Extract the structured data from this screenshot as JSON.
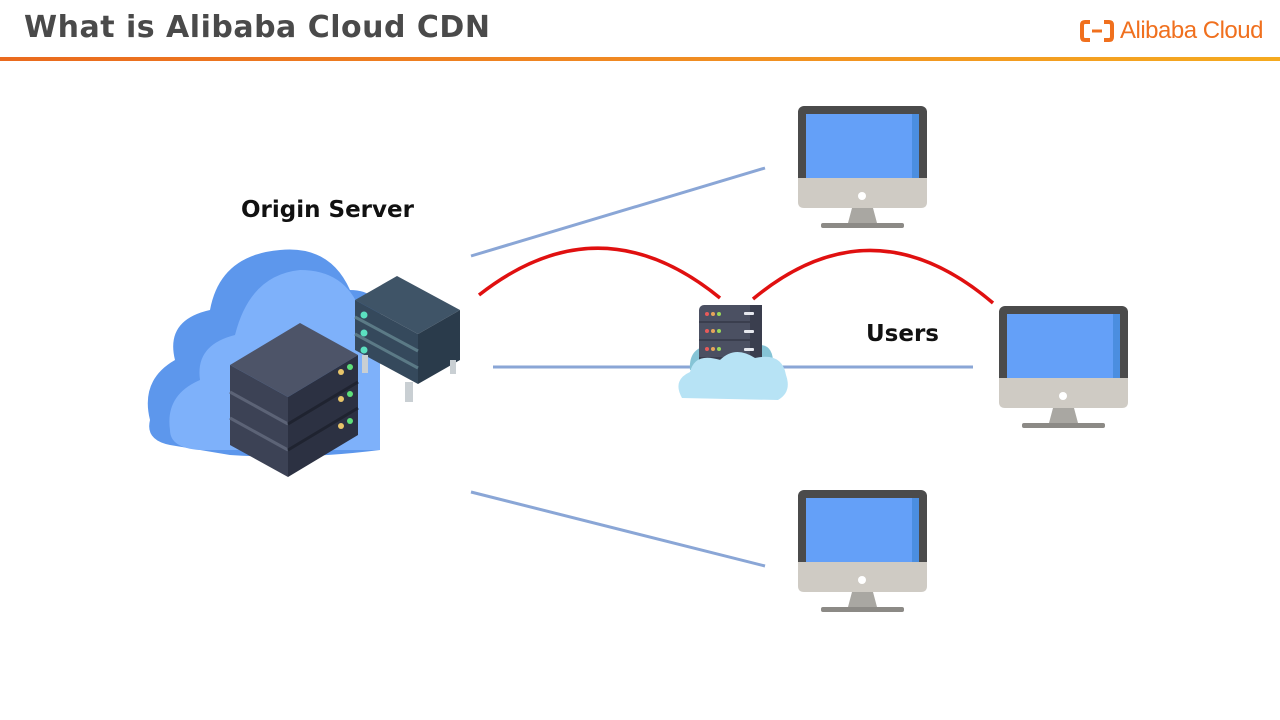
{
  "header": {
    "title": "What is Alibaba Cloud CDN",
    "logo_text": "Alibaba Cloud",
    "accent_color": "#f0701e"
  },
  "diagram": {
    "origin_label": "Origin Server",
    "users_label": "Users",
    "nodes": [
      {
        "id": "origin-server",
        "icon": "cloud-server-icon"
      },
      {
        "id": "cdn-edge-node",
        "icon": "cloud-server-icon"
      },
      {
        "id": "user-top",
        "icon": "monitor-icon"
      },
      {
        "id": "user-middle",
        "icon": "monitor-icon"
      },
      {
        "id": "user-bottom",
        "icon": "monitor-icon"
      }
    ],
    "connections": [
      {
        "from": "origin-server",
        "to": "user-top",
        "style": "blue-line"
      },
      {
        "from": "origin-server",
        "to": "user-middle",
        "style": "blue-line"
      },
      {
        "from": "origin-server",
        "to": "user-bottom",
        "style": "blue-line"
      },
      {
        "from": "origin-server",
        "to": "cdn-edge-node",
        "style": "red-arc"
      },
      {
        "from": "cdn-edge-node",
        "to": "user-middle",
        "style": "red-arc"
      }
    ],
    "colors": {
      "direct_line": "#8aa6d6",
      "cdn_arc": "#e01010",
      "screen": "#64a0f8"
    }
  }
}
